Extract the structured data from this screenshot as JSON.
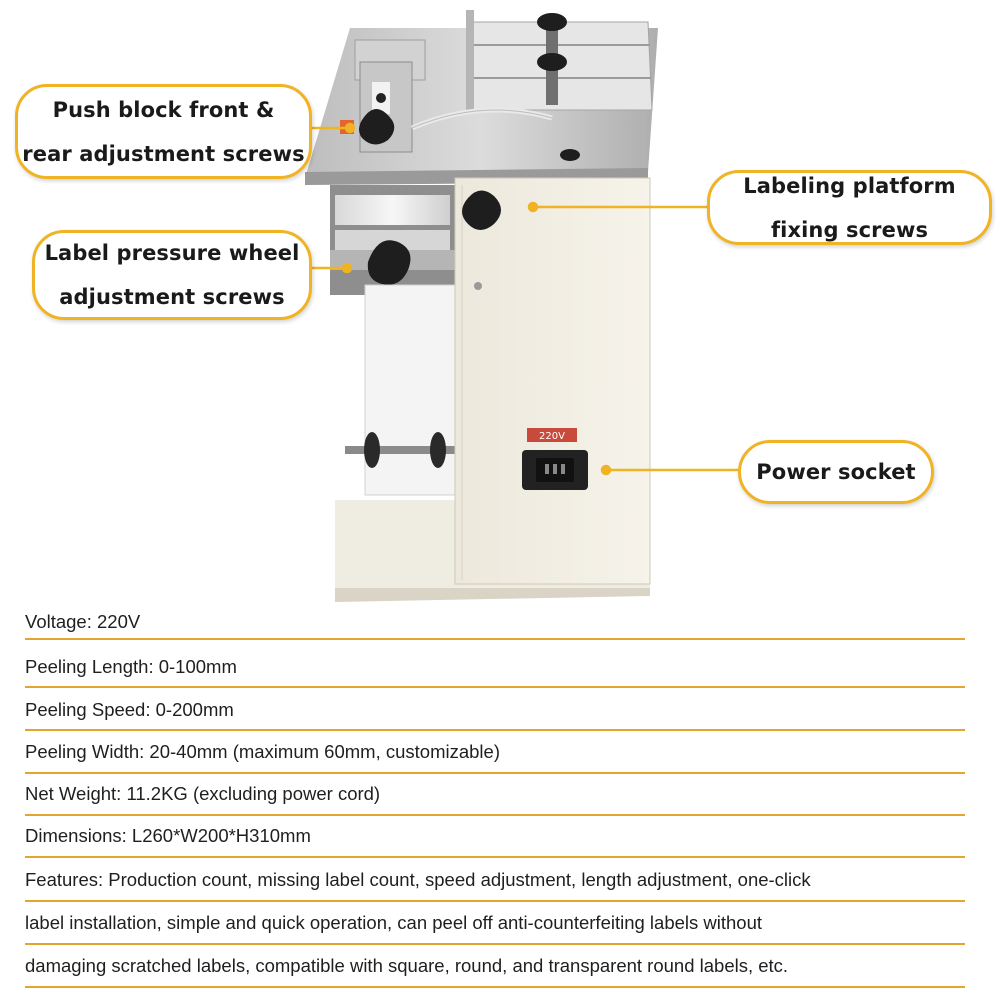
{
  "callouts": {
    "push_block": "Push block front &\nrear adjustment screws",
    "pressure_wheel": "Label pressure wheel\nadjustment screws",
    "platform_fixing": "Labeling platform\nfixing screws",
    "power_socket": "Power socket"
  },
  "machine": {
    "voltage_plate": "220V"
  },
  "specs": [
    "Voltage: 220V",
    "Peeling Length: 0-100mm",
    "Peeling Speed: 0-200mm",
    "Peeling Width: 20-40mm (maximum 60mm, customizable)",
    "Net Weight: 11.2KG (excluding power cord)",
    "Dimensions: L260*W200*H310mm",
    "Features: Production count, missing label count, speed adjustment, length adjustment, one-click",
    "label installation, simple and quick operation, can peel off anti-counterfeiting labels without",
    "damaging scratched labels, compatible with square, round, and transparent round labels, etc."
  ],
  "colors": {
    "accent": "#f0b323",
    "divider": "#e3a531",
    "body": "#f2efe6",
    "steel": "#c9c9c9",
    "knob": "#1e1e1e"
  }
}
